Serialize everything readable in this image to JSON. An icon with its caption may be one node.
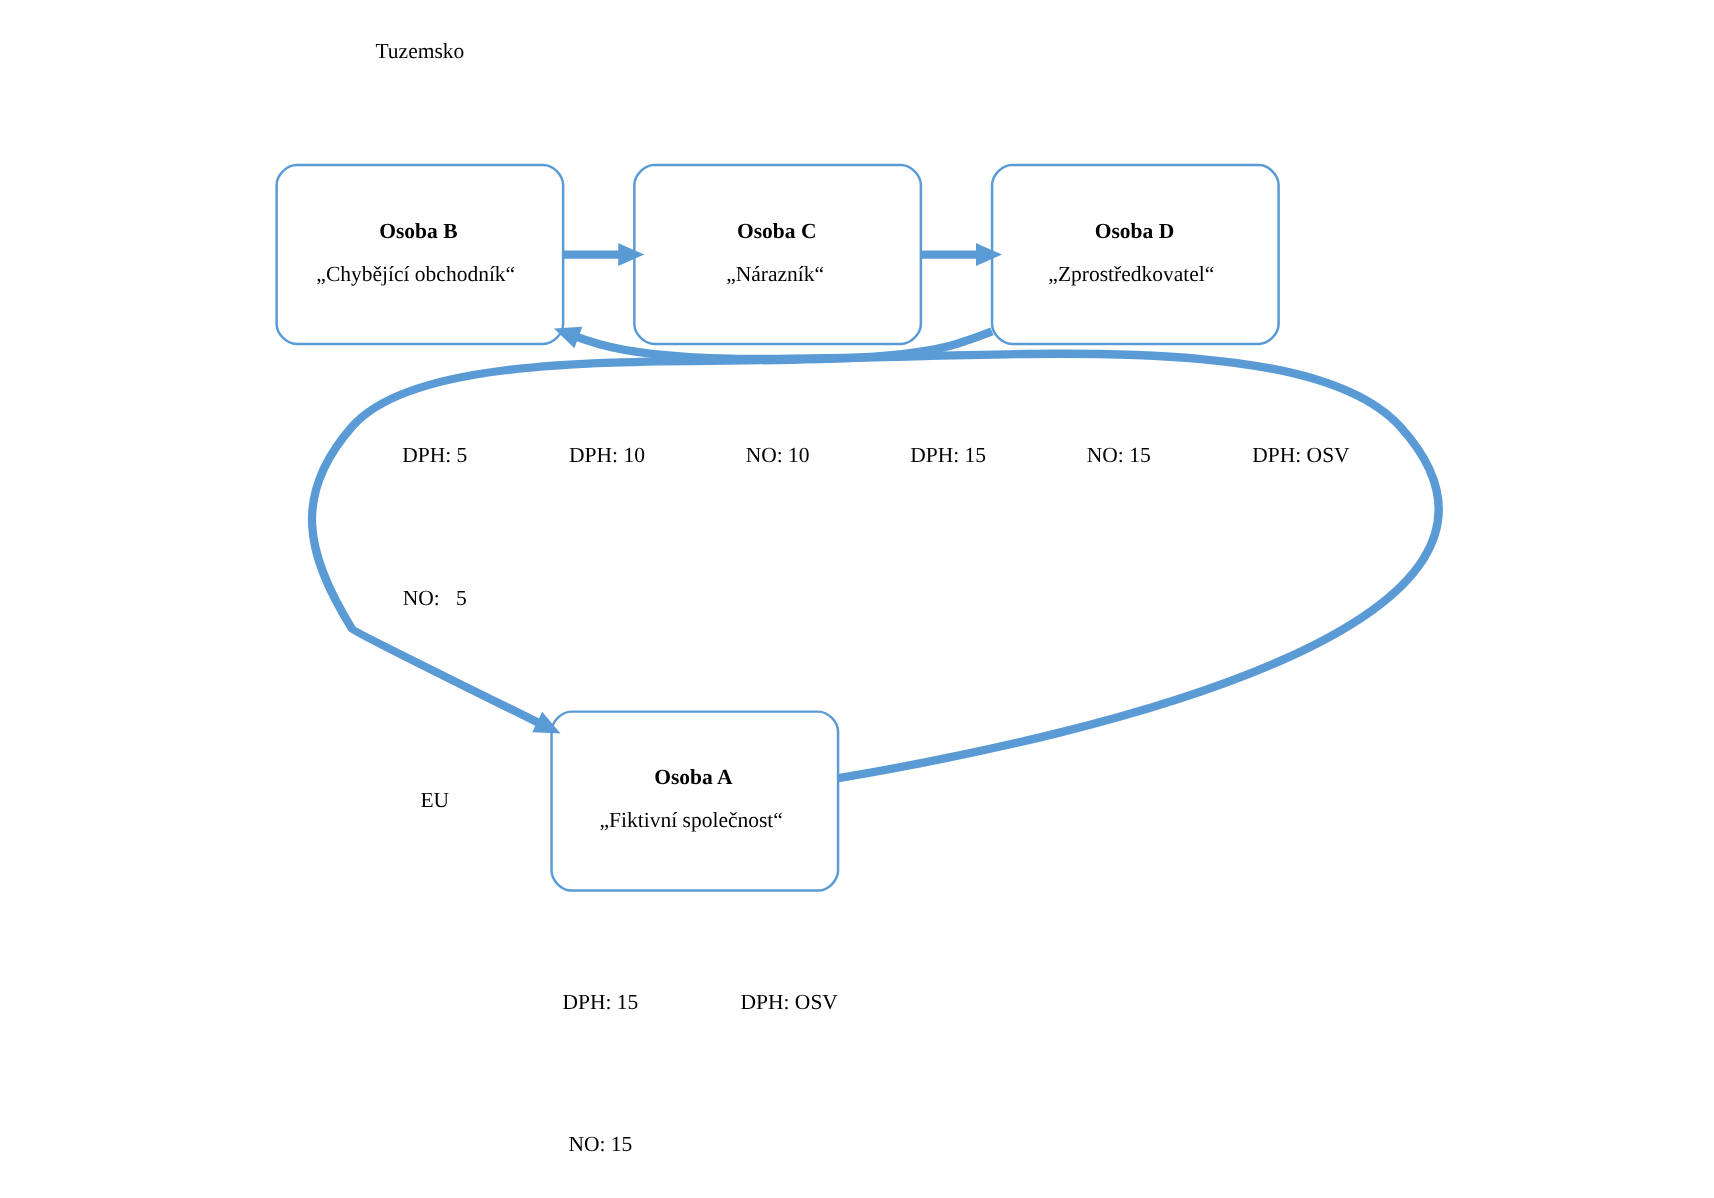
{
  "diagram": {
    "nodes": [
      {
        "text": [
          "Osoba B",
          "„Chybějící obchodník“"
        ]
      },
      {
        "text": [
          "Osoba C",
          "„Nárazník“"
        ]
      },
      {
        "text": [
          "Osoba D",
          "„Zprostředkovatel“"
        ]
      },
      {
        "text": [
          "Osoba A",
          "„Fiktivní společnost“"
        ]
      }
    ],
    "edges": [
      {
        "from": 0,
        "to": 1,
        "arrow": "to"
      },
      {
        "from": 1,
        "to": 2,
        "arrow": "to"
      },
      {
        "from": 2,
        "to": 3,
        "arrow": "to"
      },
      {
        "from": 3,
        "to": 0,
        "arrow": "to"
      }
    ],
    "labels": [
      "Tuzemsko",
      "DPH: 5",
      "DPH: 10",
      "NO: 10",
      "DPH: 15",
      "NO: 15",
      "DPH: OSV",
      "NO:   5",
      "EU",
      "DPH: 15",
      "DPH: OSV",
      "NO: 15"
    ]
  }
}
